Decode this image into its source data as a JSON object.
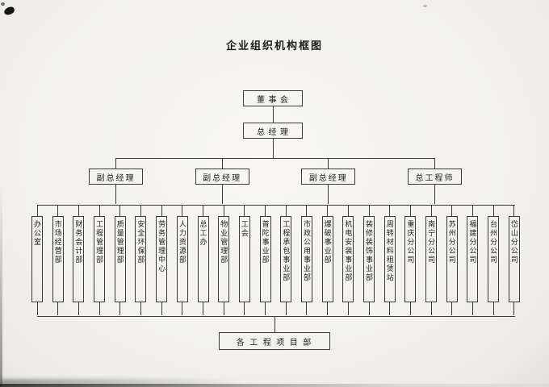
{
  "chart_data": {
    "type": "org-chart",
    "title": "企业组织机构框图",
    "levels": [
      {
        "name": "board",
        "nodes": [
          "董 事 会"
        ]
      },
      {
        "name": "general-manager",
        "nodes": [
          "总 经 理"
        ]
      },
      {
        "name": "executives",
        "nodes": [
          "副总经理",
          "副总经理",
          "副总经理",
          "总工程师"
        ]
      },
      {
        "name": "departments",
        "nodes": [
          "办公室",
          "市场经营部",
          "财务会计部",
          "工程管理部",
          "质量管理部",
          "安全环保部",
          "劳务管理中心",
          "人力资源部",
          "总工办",
          "物业管理部",
          "工会",
          "普陀事业部",
          "工程承包事业部",
          "市政公用事业部",
          "爆破事业部",
          "机电安装事业部",
          "装修装饰事业部",
          "周转材料租赁站",
          "重庆分公司",
          "南宁分公司",
          "苏州分公司",
          "福建分公司",
          "台州分公司",
          "岱山分公司"
        ]
      },
      {
        "name": "projects",
        "nodes": [
          "各 工 程 项 目 部"
        ]
      }
    ],
    "hierarchy_note": "董事会 → 总经理 → 副总经理/总工程师 → 各部门 → 各工程项目部"
  }
}
